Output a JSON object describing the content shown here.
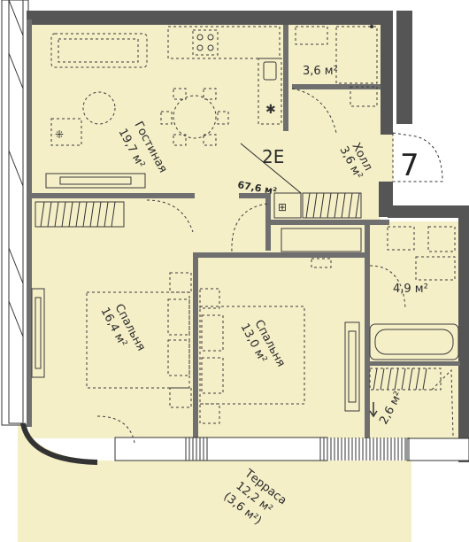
{
  "colors": {
    "floor": "#f5efc8",
    "terrace": "#f5efc8",
    "wall": "#6f6f6f",
    "wall_dark": "#555555",
    "background": "#ffffff"
  },
  "apartment": {
    "code": "2E",
    "total_area": "67,6 м²"
  },
  "floor_badge": "7",
  "rooms": {
    "living": {
      "name": "Гостиная",
      "area": "19,7 м²"
    },
    "bath_top": {
      "area": "3,6 м²"
    },
    "hall": {
      "name": "Холл",
      "area": "3,6 м²"
    },
    "bath_right": {
      "area": "4,9 м²"
    },
    "bedroom_left": {
      "name": "Спальня",
      "area": "16,4 м²"
    },
    "bedroom_mid": {
      "name": "Спальня",
      "area": "13,0 м²"
    },
    "wardrobe": {
      "area": "2,6 м²"
    },
    "terrace": {
      "name": "Терраса",
      "area": "12,2 м²",
      "area_alt": "(3,6 м²)"
    }
  }
}
